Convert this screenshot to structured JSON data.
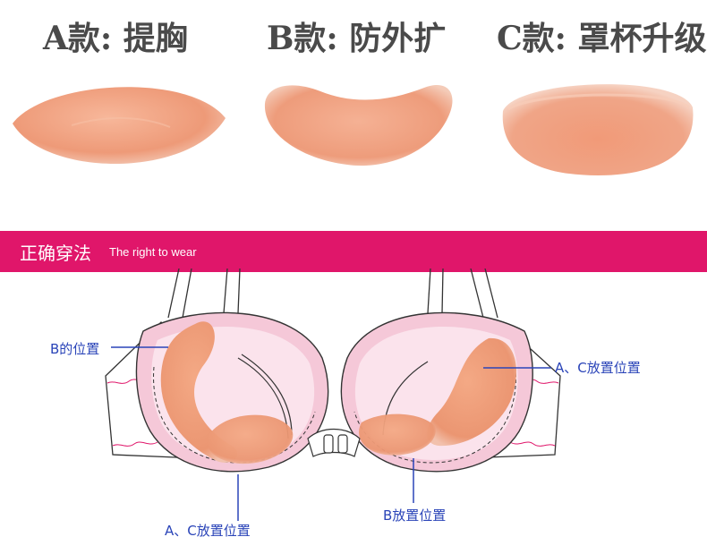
{
  "variants": [
    {
      "title": "A款: 提胸"
    },
    {
      "title": "B款: 防外扩"
    },
    {
      "title": "C款: 罩杯升级"
    }
  ],
  "banner": {
    "title_zh": "正确穿法",
    "title_en": "The right to wear"
  },
  "callouts": {
    "b_position_left": "B的位置",
    "ac_position_right": "A、C放置位置",
    "ac_position_bottom": "A、C放置位置",
    "b_position_bottom": "B放置位置"
  },
  "colors": {
    "banner": "#e0166a",
    "pad": "#f2a07f",
    "cup": "#f7d3df",
    "callout": "#2a44b8"
  }
}
